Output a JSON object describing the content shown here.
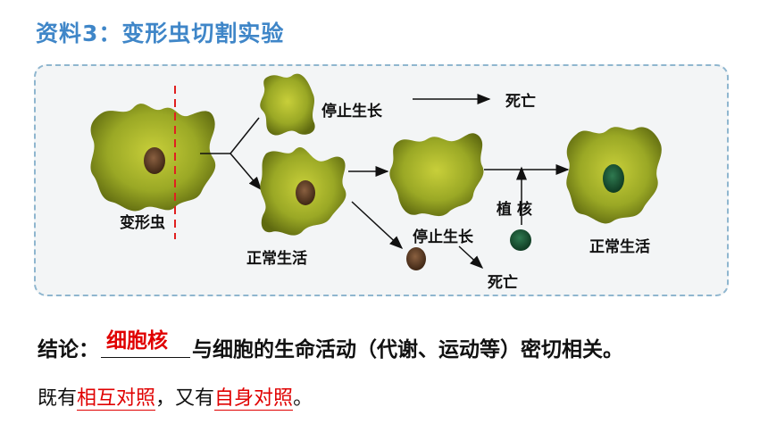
{
  "title": "资料3：变形虫切割实验",
  "labels": {
    "amoeba": "变形虫",
    "stop_growth_top": "停止生长",
    "death_top": "死亡",
    "normal_life_left": "正常生活",
    "stop_growth_mid": "停止生长",
    "death_bottom": "死亡",
    "implant_nucleus": "植 核",
    "normal_life_right": "正常生活"
  },
  "conclusion": {
    "prefix": "结论：",
    "answer": "细胞核",
    "suffix": "与细胞的生命活动（代谢、运动等）密切相关。"
  },
  "note": {
    "part1": "既有",
    "highlight1": "相互对照",
    "part2": "，又有",
    "highlight2": "自身对照",
    "part3": "。"
  },
  "colors": {
    "title": "#3f86c8",
    "panel_border": "#8fb6cf",
    "cut_line": "#e02020",
    "answer": "#e00000",
    "amoeba_fill": "#8a9a1e",
    "nucleus": "#6e4a2e",
    "green_nucleus": "#1f5a38"
  }
}
